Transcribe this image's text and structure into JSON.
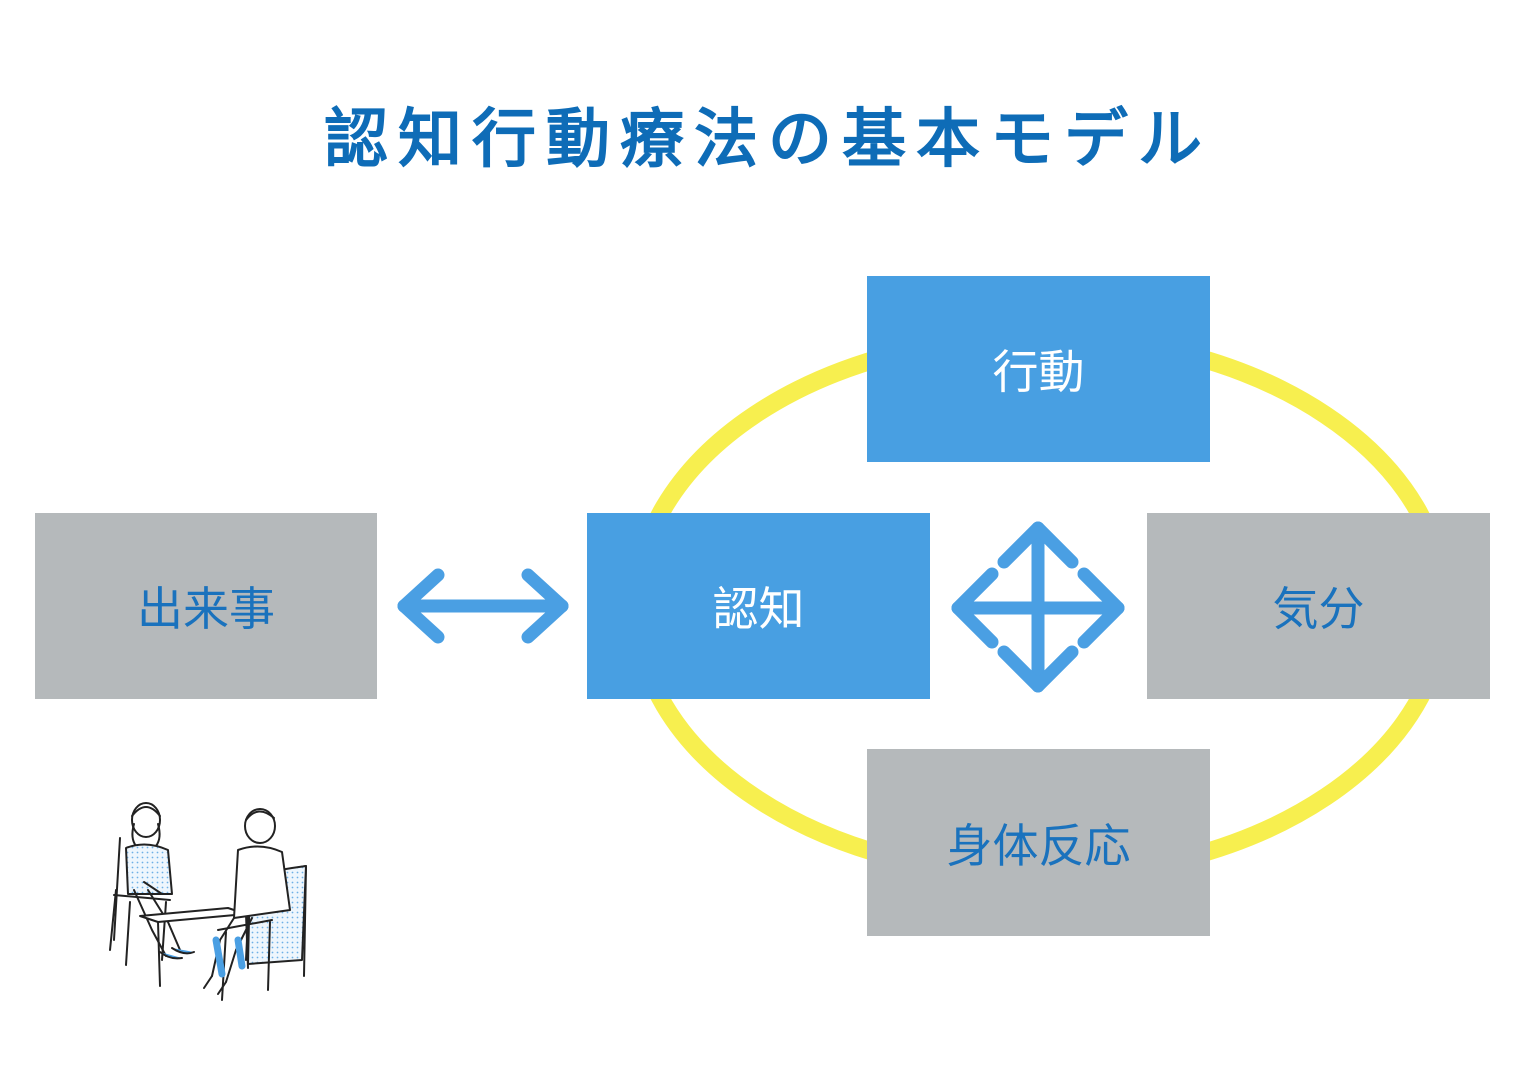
{
  "title": "認知行動療法の基本モデル",
  "colors": {
    "title": "#0e6cb7",
    "blue_box": "#489fe2",
    "gray_box": "#b5b9bb",
    "gray_box_text": "#1a72bd",
    "ring": "#f7ef4f",
    "arrow": "#4a9fe3"
  },
  "nodes": {
    "event": "出来事",
    "cognition": "認知",
    "behavior": "行動",
    "mood": "気分",
    "body": "身体反応"
  },
  "icons": {
    "event_arrow": "double-headed-horizontal-arrow-icon",
    "cross_arrow": "four-way-arrow-icon",
    "illustration": "counseling-session-illustration"
  }
}
